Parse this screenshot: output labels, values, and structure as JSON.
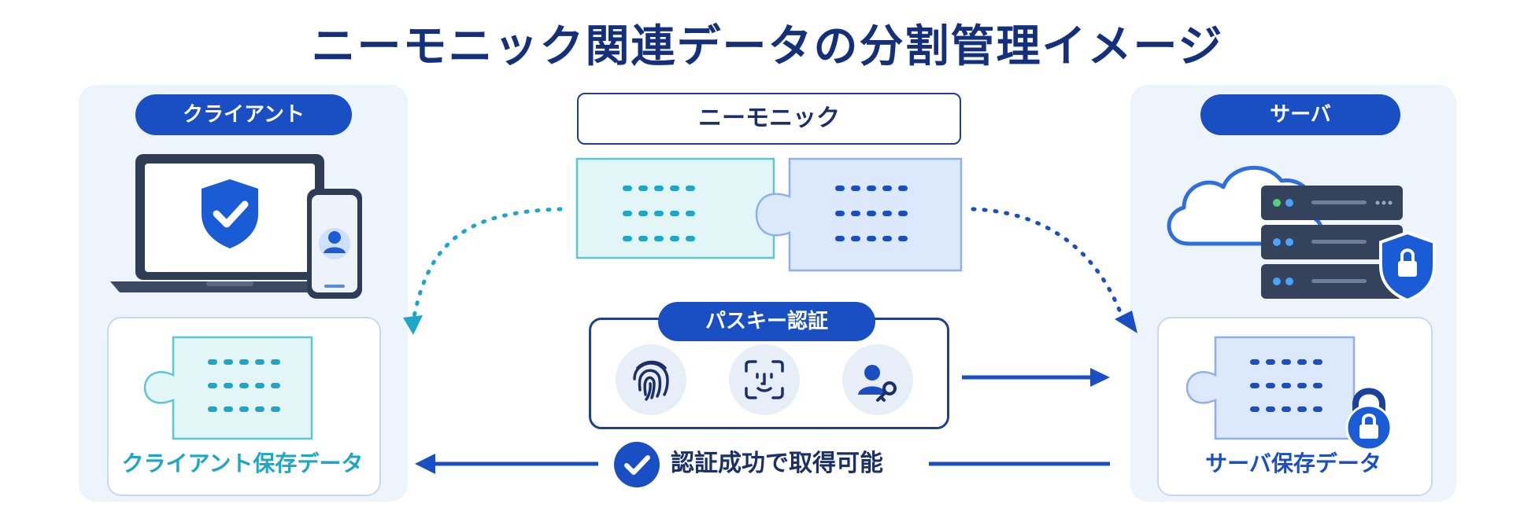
{
  "title": "ニーモニック関連データの分割管理イメージ",
  "client": {
    "label": "クライアント",
    "storage_label": "クライアント保存データ"
  },
  "server": {
    "label": "サーバ",
    "storage_label": "サーバ保存データ"
  },
  "mnemonic": {
    "label": "ニーモニック"
  },
  "passkey": {
    "label": "パスキー認証",
    "methods": [
      "fingerprint-icon",
      "face-id-icon",
      "user-key-icon"
    ]
  },
  "success": {
    "label": "認証成功で取得可能"
  },
  "colors": {
    "primary": "#1a4fc4",
    "dark_navy": "#14307d",
    "teal": "#1ea6c9",
    "client_piece": "#e2f6f7",
    "server_piece": "#dce8fb",
    "panel_bg": "#eef4fc"
  }
}
